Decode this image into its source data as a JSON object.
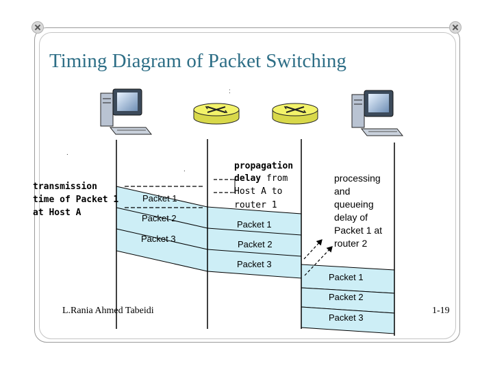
{
  "slide": {
    "title": "Timing Diagram of Packet Switching",
    "author": "L.Rania Ahmed Tabeidi",
    "page_number": "1-19"
  },
  "annotations": {
    "transmission": [
      "transmission",
      "time of Packet 1",
      "at Host A"
    ],
    "propagation": {
      "line1": "propagation",
      "line2_bold": "delay",
      "line2_rest": " from",
      "line3": "Host A to",
      "line4": "router 1"
    },
    "processing": [
      "processing",
      "and",
      "queueing",
      "delay of",
      "Packet 1 at",
      "router 2"
    ]
  },
  "packets": {
    "host_a": [
      "Packet 1",
      "Packet 2",
      "Packet 3"
    ],
    "router_1": [
      "Packet 1",
      "Packet 2",
      "Packet 3"
    ],
    "router_2": [
      "Packet 1",
      "Packet 2",
      "Packet 3"
    ]
  },
  "icons": [
    "host-a-computer-icon",
    "router-1-icon",
    "router-2-icon",
    "host-b-computer-icon"
  ],
  "colors": {
    "title": "#2d6e86",
    "packet_band": "#cdeef6",
    "router": "#f3f36a",
    "frame": "#9a9a9a"
  }
}
